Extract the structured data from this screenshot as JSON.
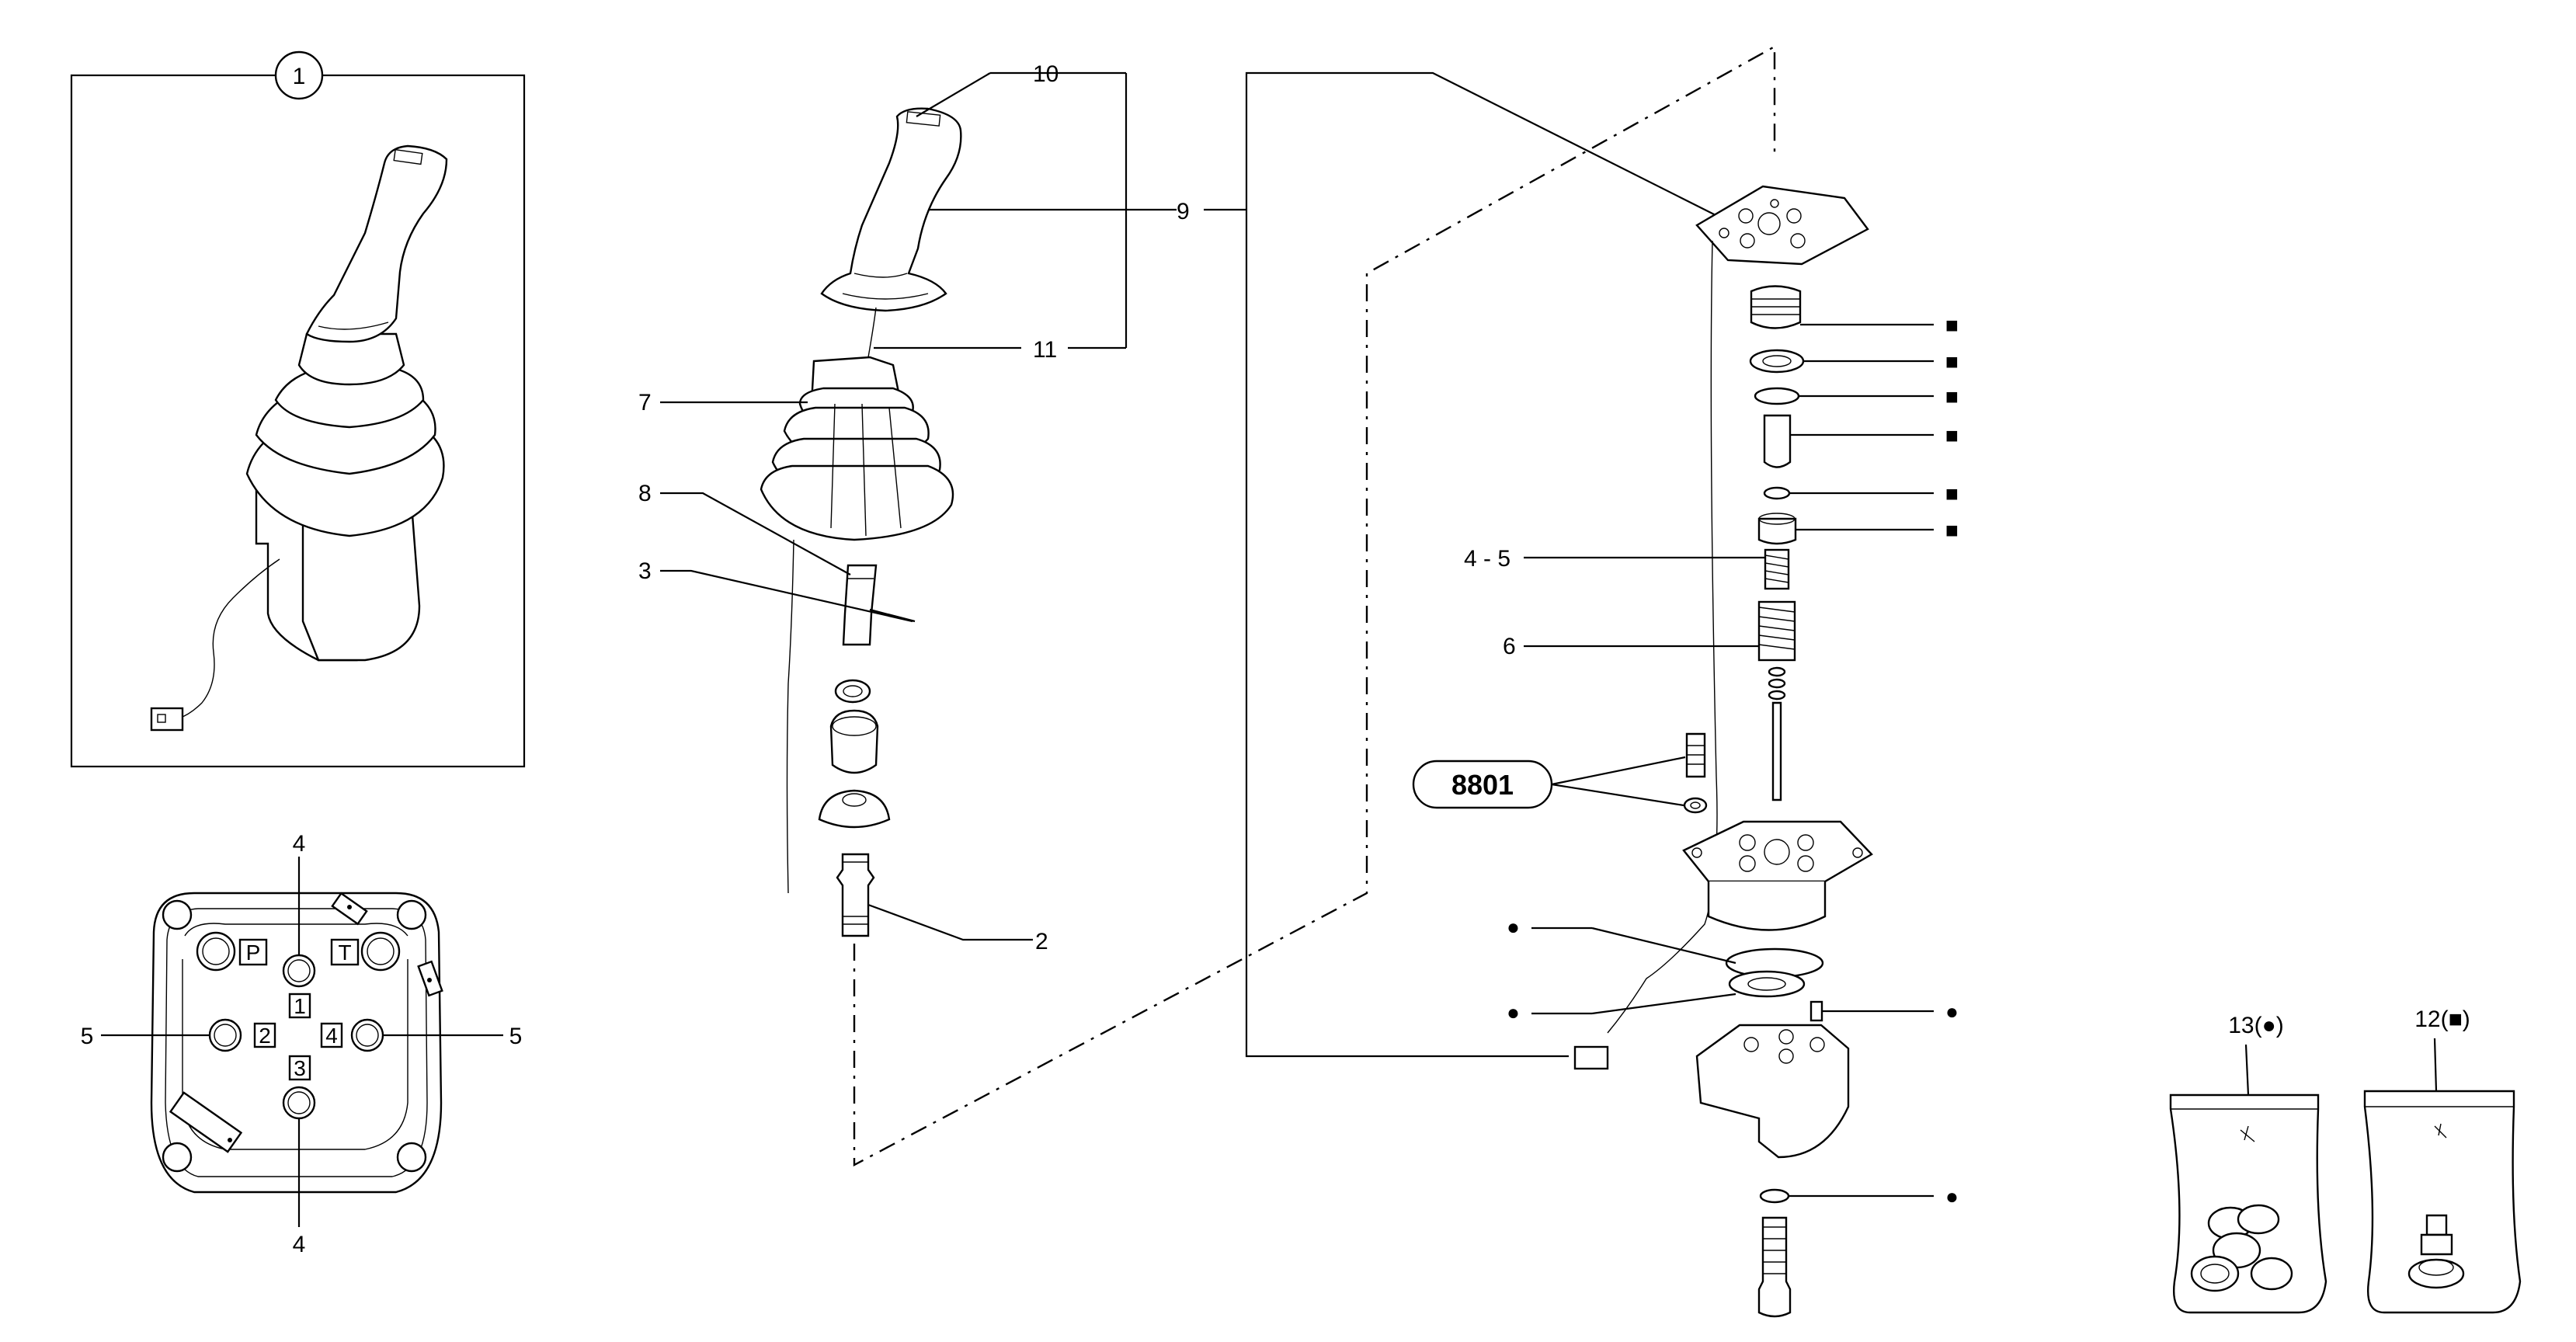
{
  "callouts": {
    "assembly": "1",
    "c2": "2",
    "c3": "3",
    "c45": "4 - 5",
    "c6": "6",
    "c7": "7",
    "c8": "8",
    "c9": "9",
    "c10": "10",
    "c11": "11",
    "c12": "12(■)",
    "c13": "13(●)",
    "ref": "8801"
  },
  "port_plate": {
    "p": "P",
    "t": "T",
    "n1": "1",
    "n2": "2",
    "n3": "3",
    "n4": "4",
    "top4": "4",
    "bottom4": "4",
    "left5": "5",
    "right5": "5"
  },
  "markers": {
    "square": "■",
    "dot": "●"
  }
}
